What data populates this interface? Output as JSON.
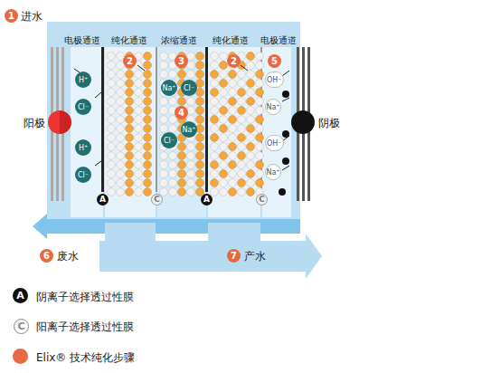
{
  "diagram": {
    "nodes": [
      {
        "text": [
          "H⁺"
        ]
      },
      {
        "text": [
          "Cl⁻"
        ]
      },
      {
        "text": [
          "H⁺"
        ]
      },
      {
        "text": [
          "Cl⁻"
        ]
      },
      {
        "text": [
          "Na⁺"
        ]
      },
      {
        "text": [
          "Cl⁻"
        ]
      },
      {
        "text": [
          "Cl⁻"
        ]
      },
      {
        "text": [
          "Na⁺"
        ]
      },
      {
        "text": [
          "OH⁻"
        ]
      },
      {
        "text": [
          "Na⁺"
        ]
      },
      {
        "text": [
          "OH⁻"
        ]
      },
      {
        "text": [
          "Na⁺"
        ]
      }
    ],
    "labels": [
      "1",
      "进水",
      "电极通道",
      "纯化通道",
      "浓缩通道",
      "纯化通道",
      "电极通道",
      "2",
      "3",
      "2",
      "4",
      "5",
      "阳极",
      "阴极",
      "A",
      "C",
      "A",
      "C",
      "6",
      "废水",
      "7",
      "产水",
      "A",
      "C"
    ],
    "legend": [
      {
        "text": "阴离子选择透过性膜"
      },
      {
        "text": "阳离子选择透过性膜"
      },
      {
        "text": "Elix® 技术纯化步骤",
        "color": "#e8693f"
      }
    ]
  }
}
